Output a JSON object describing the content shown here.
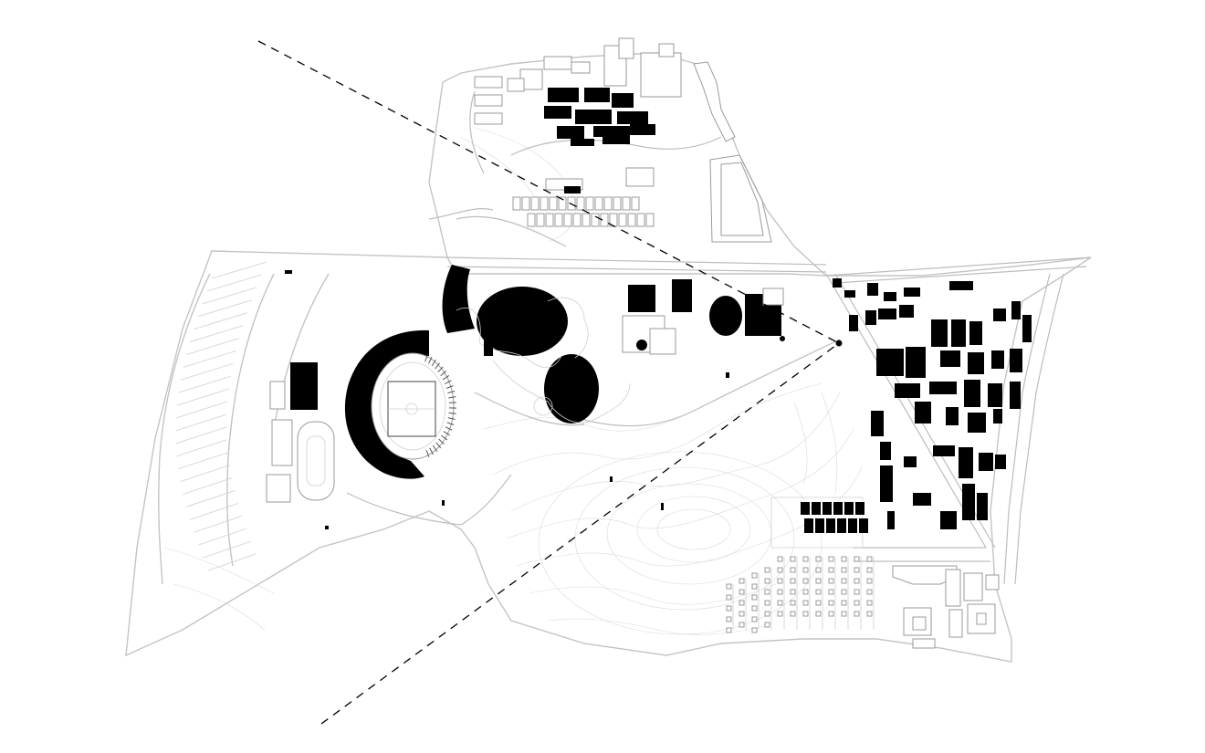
{
  "map": {
    "kind": "site-plan",
    "style": "monochrome figure-ground",
    "background_color": "#ffffff",
    "solid_fill_color": "#000000",
    "linework_color": "#c4c4c4",
    "features": [
      "stadium",
      "tent-roof-canopies",
      "sports-hall",
      "athletics-track",
      "parking-rows",
      "residential-blocks",
      "rowhouse-settlement",
      "park-hills-contours",
      "dashed-sightlines"
    ]
  }
}
